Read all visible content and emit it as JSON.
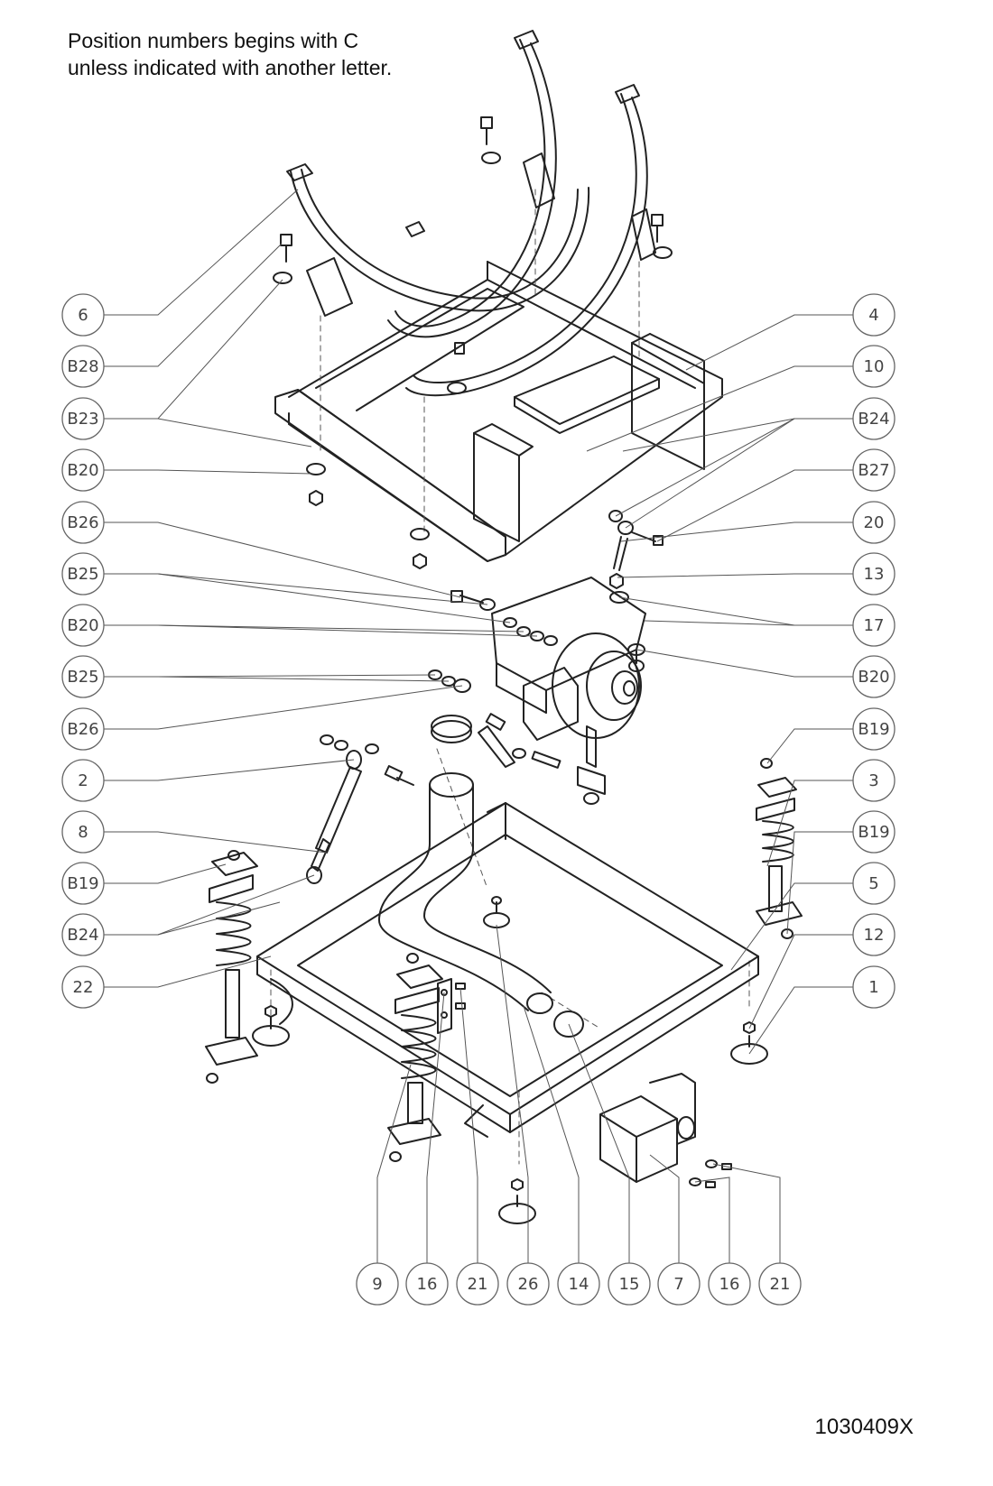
{
  "note": {
    "line1": "Position numbers begins with C",
    "line2": "unless indicated with another letter."
  },
  "drawing_id": "1030409X",
  "callouts_left": [
    "6",
    "B28",
    "B23",
    "B20",
    "B26",
    "B25",
    "B20",
    "B25",
    "B26",
    "2",
    "8",
    "B19",
    "B24",
    "22"
  ],
  "callouts_right": [
    "4",
    "10",
    "B24",
    "B27",
    "20",
    "13",
    "17",
    "B20",
    "B19",
    "3",
    "B19",
    "5",
    "12",
    "1"
  ],
  "callouts_bottom": [
    "9",
    "16",
    "21",
    "26",
    "14",
    "15",
    "7",
    "16",
    "21"
  ],
  "colors": {
    "line": "#222222",
    "leader": "#555555",
    "bubble": "#666666"
  }
}
